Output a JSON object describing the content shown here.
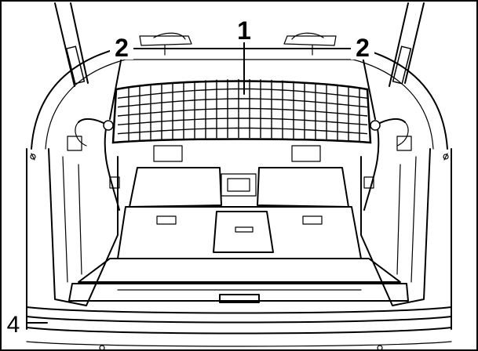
{
  "figure": {
    "callouts": {
      "net_label": "1",
      "strap_left_label": "2",
      "strap_right_label": "2",
      "bottom_label": "4"
    }
  }
}
